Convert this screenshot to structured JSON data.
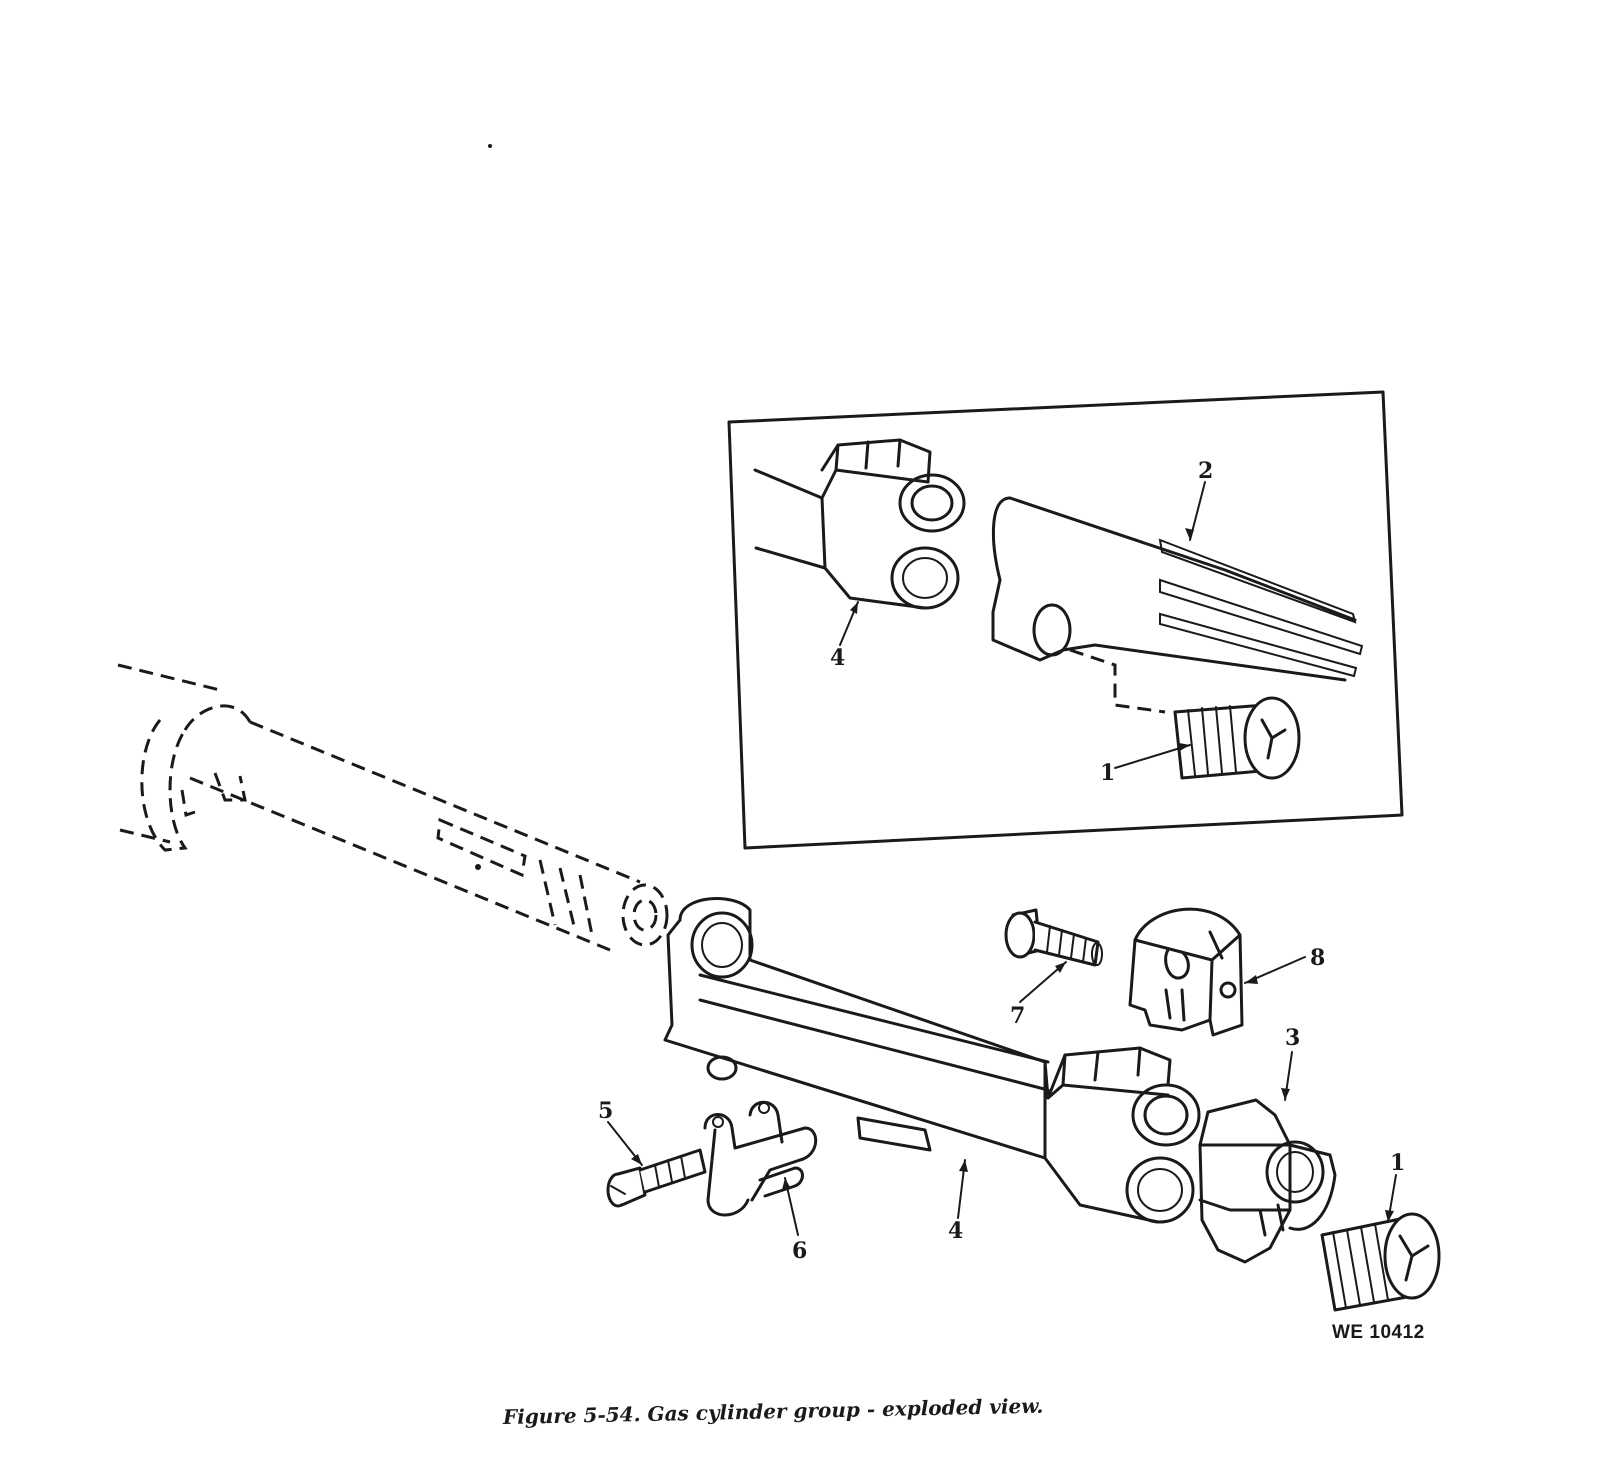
{
  "figure": {
    "caption": "Figure 5-54. Gas cylinder group - exploded view.",
    "drawing_code": "WE 10412"
  },
  "callouts": {
    "inset_2": "2",
    "inset_4": "4",
    "inset_1": "1",
    "main_7": "7",
    "main_8": "8",
    "main_3": "3",
    "main_5": "5",
    "main_6": "6",
    "main_4": "4",
    "main_1": "1"
  }
}
